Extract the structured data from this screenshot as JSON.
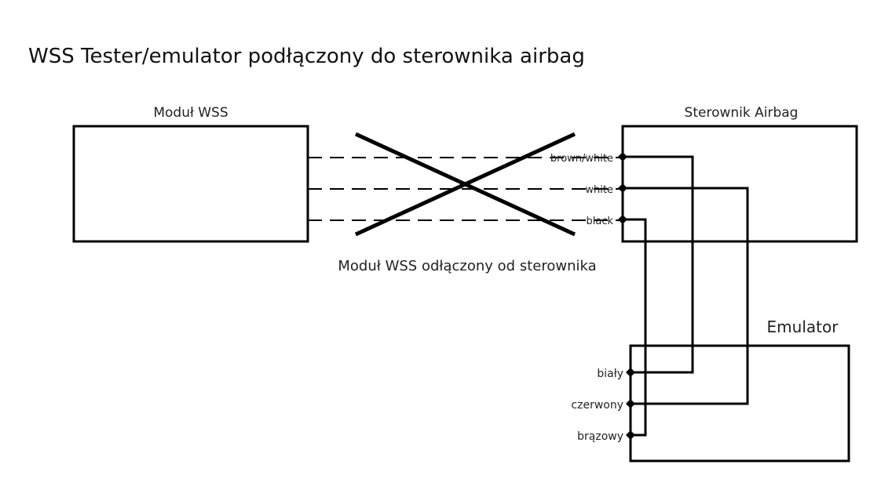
{
  "title": "WSS Tester/emulator podłączony do sterownika airbag",
  "colors": {
    "line": "#000000",
    "text": "#222222",
    "background": "#ffffff"
  },
  "blocks": {
    "wss_module": {
      "label": "Moduł WSS"
    },
    "airbag_controller": {
      "label": "Sterownik Airbag"
    },
    "emulator": {
      "label": "Emulator"
    }
  },
  "disconnected_caption": "Moduł WSS odłączony od sterownika",
  "controller_pins": [
    {
      "id": "brown-white",
      "label": "brown/white"
    },
    {
      "id": "white",
      "label": "white"
    },
    {
      "id": "black",
      "label": "black"
    }
  ],
  "emulator_pins": [
    {
      "id": "bialy",
      "label": "biały"
    },
    {
      "id": "czerwony",
      "label": "czerwony"
    },
    {
      "id": "brazowy",
      "label": "brązowy"
    }
  ],
  "connections": [
    {
      "from": "brown/white",
      "to": "biały"
    },
    {
      "from": "white",
      "to": "czerwony"
    },
    {
      "from": "black",
      "to": "brązowy"
    }
  ],
  "icons": {
    "cross_mark": "cross-icon",
    "pin_dot": "connector-dot-icon"
  }
}
